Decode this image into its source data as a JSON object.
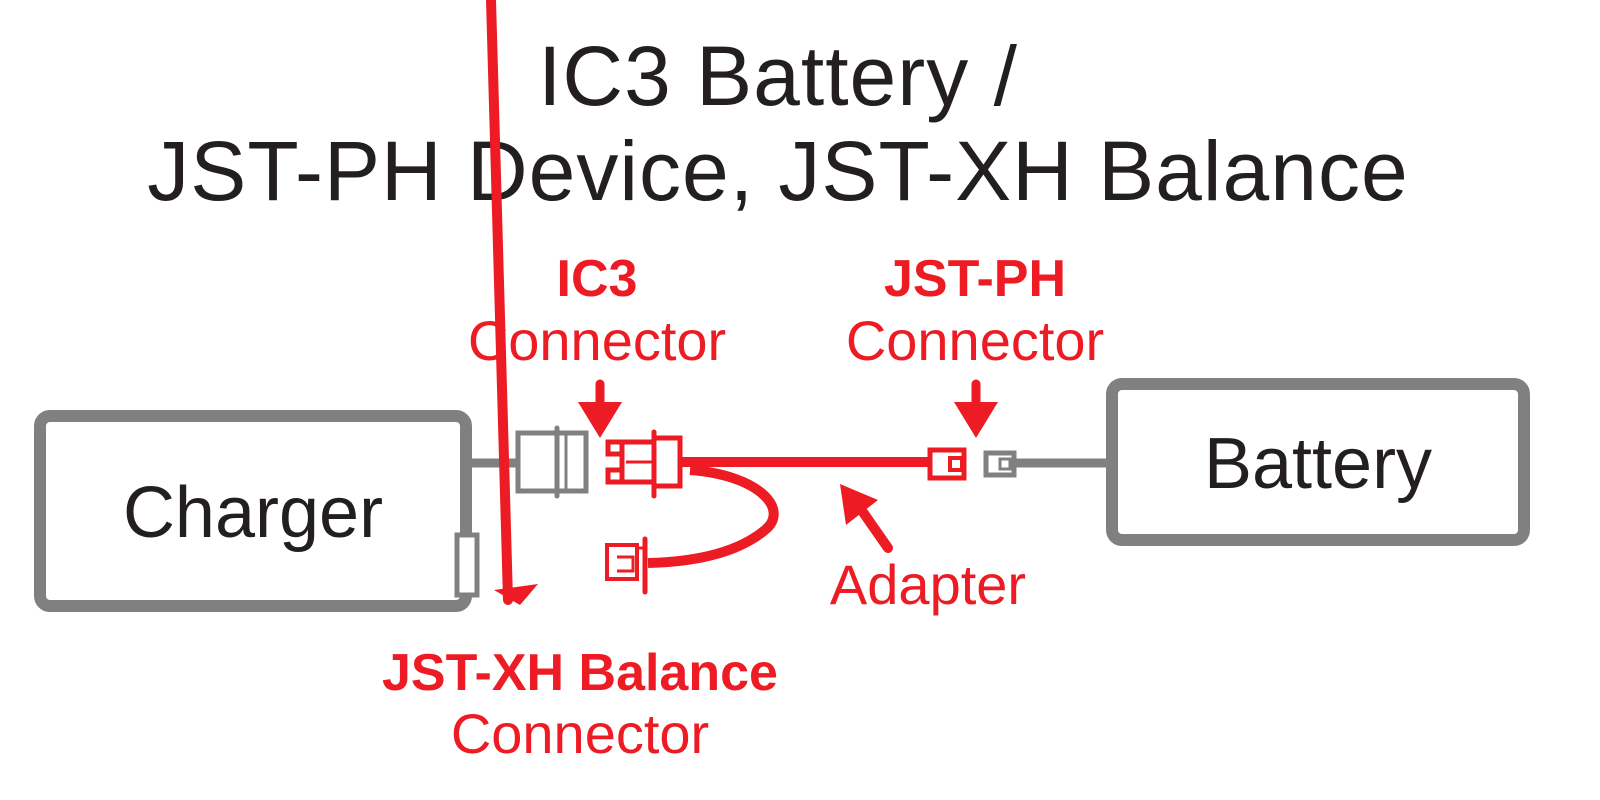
{
  "title": {
    "line1": "IC3 Battery /",
    "line2": "JST-PH Device, JST-XH Balance"
  },
  "devices": {
    "charger": {
      "label": "Charger"
    },
    "battery": {
      "label": "Battery"
    }
  },
  "callouts": {
    "ic3": {
      "title": "IC3",
      "subtitle": "Connector"
    },
    "jst_ph": {
      "title": "JST-PH",
      "subtitle": "Connector"
    },
    "jst_xh": {
      "title": "JST-XH Balance",
      "subtitle": "Connector"
    },
    "adapter": {
      "label": "Adapter"
    }
  },
  "colors": {
    "accent": "#ed1c24",
    "device": "#808083",
    "text": "#231f20"
  }
}
